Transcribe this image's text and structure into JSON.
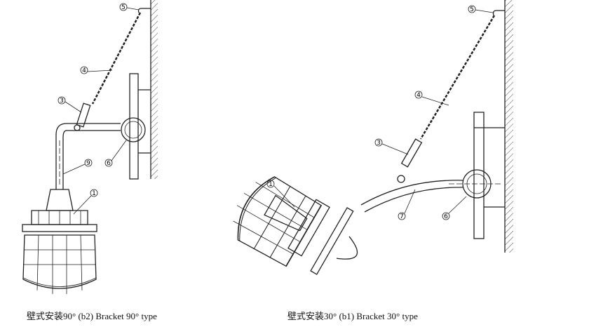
{
  "figures": [
    {
      "id": "b2",
      "caption": "壁式安装90°  (b2) Bracket 90°  type",
      "callouts": [
        "⑤",
        "④",
        "③",
        "⑥",
        "⑨",
        "①"
      ]
    },
    {
      "id": "b1",
      "caption": "壁式安装30°  (b1) Bracket 30°  type",
      "callouts": [
        "⑤",
        "④",
        "③",
        "①",
        "⑦",
        "⑥"
      ]
    }
  ]
}
